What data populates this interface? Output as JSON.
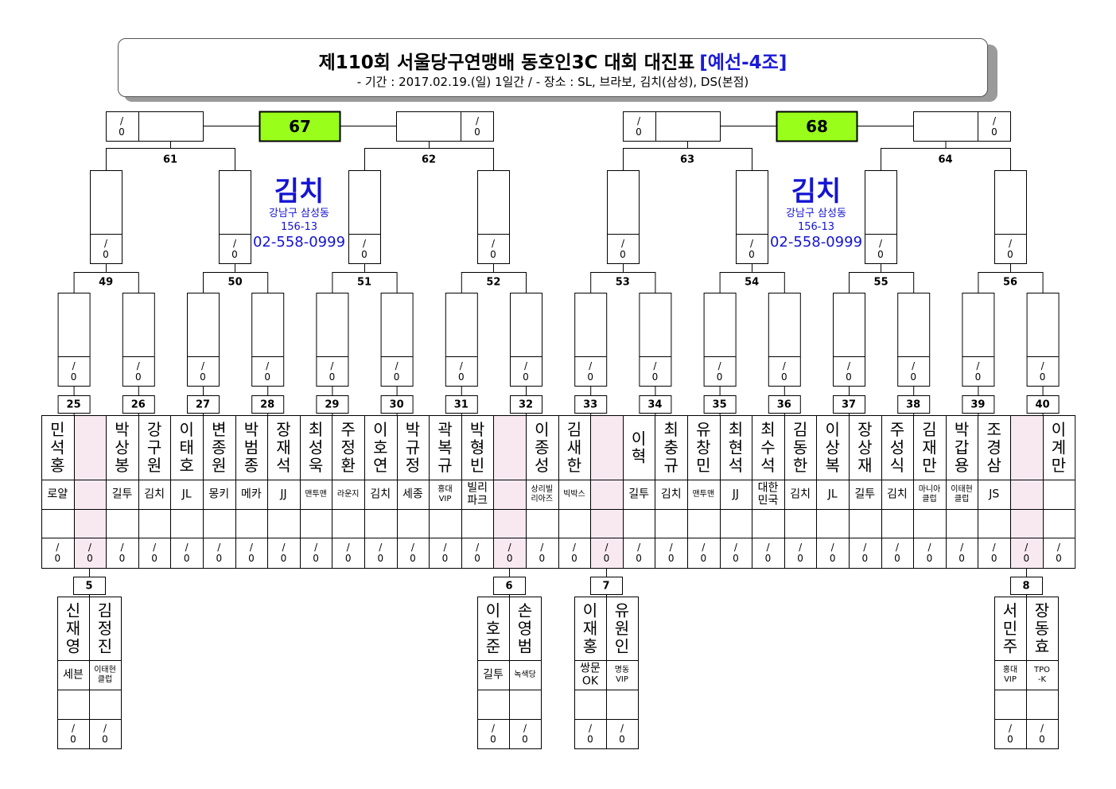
{
  "header": {
    "title": "제110회  서울당구연맹배  동호인3C  대회  대진표",
    "stage": "[예선-4조]",
    "subtitle": "- 기간 : 2017.02.19.(일)  1일간  /  -  장소 : SL, 브라보,  김치(삼성),  DS(본점)"
  },
  "final_matches": [
    {
      "label": "67"
    },
    {
      "label": "68"
    }
  ],
  "final_slots": [
    {
      "score": "/\n0"
    },
    {
      "score": "/\n0"
    },
    {
      "score": "/\n0"
    },
    {
      "score": "/\n0"
    }
  ],
  "semi_matches": [
    "61",
    "62",
    "63",
    "64"
  ],
  "semi_slots": [
    {
      "score": "/\n0"
    },
    {
      "score": "/\n0"
    },
    {
      "score": "/\n0"
    },
    {
      "score": "/\n0"
    },
    {
      "score": "/\n0"
    },
    {
      "score": "/\n0"
    },
    {
      "score": "/\n0"
    },
    {
      "score": "/\n0"
    }
  ],
  "quarter_matches": [
    "49",
    "50",
    "51",
    "52",
    "53",
    "54",
    "55",
    "56"
  ],
  "quarter_slots": [
    {
      "score": "/\n0"
    },
    {
      "score": "/\n0"
    },
    {
      "score": "/\n0"
    },
    {
      "score": "/\n0"
    },
    {
      "score": "/\n0"
    },
    {
      "score": "/\n0"
    },
    {
      "score": "/\n0"
    },
    {
      "score": "/\n0"
    },
    {
      "score": "/\n0"
    },
    {
      "score": "/\n0"
    },
    {
      "score": "/\n0"
    },
    {
      "score": "/\n0"
    },
    {
      "score": "/\n0"
    },
    {
      "score": "/\n0"
    },
    {
      "score": "/\n0"
    },
    {
      "score": "/\n0"
    }
  ],
  "round1_matches": [
    "25",
    "26",
    "27",
    "28",
    "29",
    "30",
    "31",
    "32",
    "33",
    "34",
    "35",
    "36",
    "37",
    "38",
    "39",
    "40"
  ],
  "players": [
    {
      "name": "민석홍",
      "club": "로얄",
      "bye": false,
      "score": "/\n0"
    },
    {
      "name": "",
      "club": "",
      "bye": true,
      "score": "/\n0"
    },
    {
      "name": "박상봉",
      "club": "길투",
      "bye": false,
      "score": "/\n0"
    },
    {
      "name": "강구원",
      "club": "김치",
      "bye": false,
      "score": "/\n0"
    },
    {
      "name": "이태호",
      "club": "JL",
      "bye": false,
      "score": "/\n0"
    },
    {
      "name": "변종원",
      "club": "몽키",
      "bye": false,
      "score": "/\n0"
    },
    {
      "name": "박범종",
      "club": "메카",
      "bye": false,
      "score": "/\n0"
    },
    {
      "name": "장재석",
      "club": "JJ",
      "bye": false,
      "score": "/\n0"
    },
    {
      "name": "최성욱",
      "club": "맨투맨",
      "bye": false,
      "score": "/\n0"
    },
    {
      "name": "주정환",
      "club": "라운지",
      "bye": false,
      "score": "/\n0"
    },
    {
      "name": "이호연",
      "club": "김치",
      "bye": false,
      "score": "/\n0"
    },
    {
      "name": "박규정",
      "club": "세종",
      "bye": false,
      "score": "/\n0"
    },
    {
      "name": "곽복규",
      "club": "홍대\nVIP",
      "bye": false,
      "score": "/\n0"
    },
    {
      "name": "박형빈",
      "club": "빌리\n파크",
      "bye": false,
      "score": "/\n0"
    },
    {
      "name": "",
      "club": "",
      "bye": true,
      "score": "/\n0"
    },
    {
      "name": "이종성",
      "club": "상리빌\n리아즈",
      "bye": false,
      "score": "/\n0"
    },
    {
      "name": "김새한",
      "club": "빅박스",
      "bye": false,
      "score": "/\n0"
    },
    {
      "name": "",
      "club": "",
      "bye": true,
      "score": "/\n0"
    },
    {
      "name": "이혁",
      "club": "길투",
      "bye": false,
      "score": "/\n0"
    },
    {
      "name": "최충규",
      "club": "김치",
      "bye": false,
      "score": "/\n0"
    },
    {
      "name": "유창민",
      "club": "맨투맨",
      "bye": false,
      "score": "/\n0"
    },
    {
      "name": "최현석",
      "club": "JJ",
      "bye": false,
      "score": "/\n0"
    },
    {
      "name": "최수석",
      "club": "대한\n민국",
      "bye": false,
      "score": "/\n0"
    },
    {
      "name": "김동한",
      "club": "김치",
      "bye": false,
      "score": "/\n0"
    },
    {
      "name": "이상복",
      "club": "JL",
      "bye": false,
      "score": "/\n0"
    },
    {
      "name": "장상재",
      "club": "길투",
      "bye": false,
      "score": "/\n0"
    },
    {
      "name": "주성식",
      "club": "김치",
      "bye": false,
      "score": "/\n0"
    },
    {
      "name": "김재만",
      "club": "마니아\n클럽",
      "bye": false,
      "score": "/\n0"
    },
    {
      "name": "박갑용",
      "club": "이태현\n클럽",
      "bye": false,
      "score": "/\n0"
    },
    {
      "name": "조경삼",
      "club": "JS",
      "bye": false,
      "score": "/\n0"
    },
    {
      "name": "",
      "club": "",
      "bye": true,
      "score": "/\n0"
    },
    {
      "name": "이계만",
      "club": "",
      "bye": false,
      "score": "/\n0"
    }
  ],
  "prelim_matches": [
    {
      "label": "5",
      "players": [
        {
          "name": "신재영",
          "club": "세븐",
          "score": "/\n0"
        },
        {
          "name": "김정진",
          "club": "이태현\n클럽",
          "score": "/\n0"
        }
      ]
    },
    {
      "label": "6",
      "players": [
        {
          "name": "이호준",
          "club": "길투",
          "score": "/\n0"
        },
        {
          "name": "손영범",
          "club": "녹색당",
          "score": "/\n0"
        }
      ]
    },
    {
      "label": "7",
      "players": [
        {
          "name": "이재홍",
          "club": "쌍문\nOK",
          "score": "/\n0"
        },
        {
          "name": "유원인",
          "club": "명동\nVIP",
          "score": "/\n0"
        }
      ]
    },
    {
      "label": "8",
      "players": [
        {
          "name": "서민주",
          "club": "홍대\nVIP",
          "score": "/\n0"
        },
        {
          "name": "장동효",
          "club": "TPO\n-K",
          "score": "/\n0"
        }
      ]
    }
  ],
  "ads": [
    {
      "name": "김치",
      "addr1": "강남구  삼성동",
      "addr2": "156-13",
      "phone": "02-558-0999"
    },
    {
      "name": "김치",
      "addr1": "강남구  삼성동",
      "addr2": "156-13",
      "phone": "02-558-0999"
    }
  ],
  "colors": {
    "final_box": "#99ff1a",
    "bye_cell": "#f8e9f1",
    "ad_text": "#1414d2",
    "stage_text": "#1a1ad8"
  }
}
